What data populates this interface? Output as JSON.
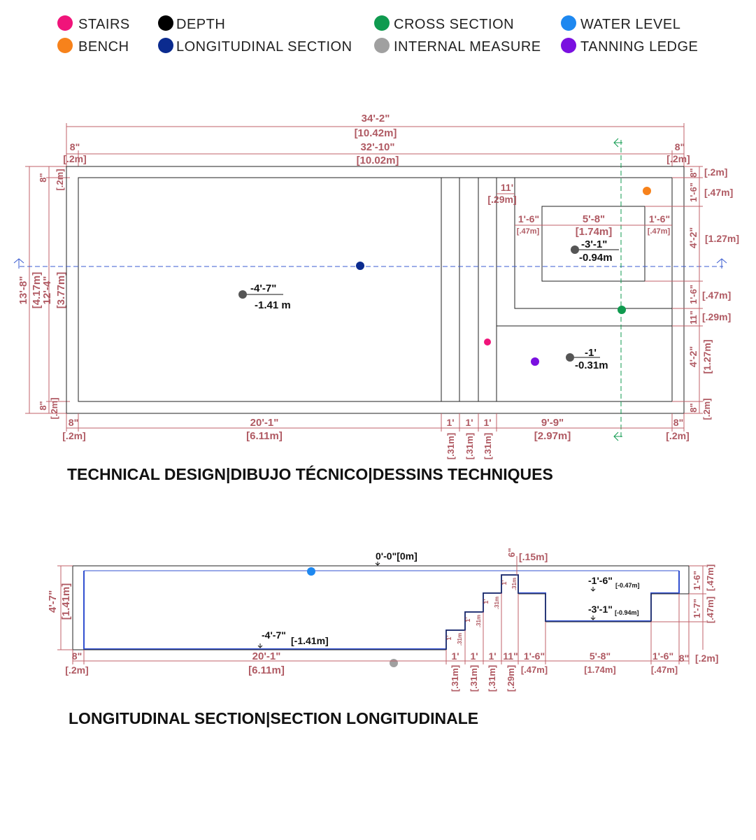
{
  "legend": [
    {
      "label": "STAIRS",
      "color": "#f0147a"
    },
    {
      "label": "BENCH",
      "color": "#f7821b"
    },
    {
      "label": "DEPTH",
      "color": "#000000"
    },
    {
      "label": "LONGITUDINAL SECTION",
      "color": "#0b2b8f"
    },
    {
      "label": "CROSS SECTION",
      "color": "#0f9a4f"
    },
    {
      "label": "INTERNAL MEASURE",
      "color": "#a0a0a0"
    },
    {
      "label": "WATER LEVEL",
      "color": "#1e88f0"
    },
    {
      "label": "TANNING LEDGE",
      "color": "#7a10e0"
    }
  ],
  "colors": {
    "dimension": "#b05a63",
    "wall": "#222222",
    "section_axis_long": "#3a5bd0",
    "section_axis_cross": "#0f9a4f",
    "water_outline": "#3150d0"
  },
  "plan": {
    "title": "TECHNICAL DESIGN|DIBUJO TÉCNICO|DESSINS TECHNIQUES",
    "overall_length": "34'-2\"",
    "overall_length_m": "[10.42m]",
    "inner_length": "32'-10\"",
    "inner_length_m": "[10.02m]",
    "wall_left": "8\"",
    "wall_left_m": "[.2m]",
    "wall_right": "8\"",
    "wall_right_m": "[.2m]",
    "overall_width": "13'-8\"",
    "overall_width_m": "[4.17m]",
    "inner_width": "12'-4\"",
    "inner_width_m": "[3.77m]",
    "wall_top": "8\"",
    "wall_top_m": "[.2m]",
    "wall_bottom": "8\"",
    "wall_bottom_m": "[.2m]",
    "bottom_dims": [
      {
        "ft": "8\"",
        "m": "[.2m]"
      },
      {
        "ft": "20'-1\"",
        "m": "[6.11m]"
      },
      {
        "ft": "1'",
        "m": "[.31m]"
      },
      {
        "ft": "1'",
        "m": "[.31m]"
      },
      {
        "ft": "1'",
        "m": "[.31m]"
      },
      {
        "ft": "9'-9\"",
        "m": "[2.97m]"
      },
      {
        "ft": "8\"",
        "m": "[.2m]"
      }
    ],
    "right_dims": [
      {
        "ft": "8\"",
        "m": "[.2m]"
      },
      {
        "ft": "1'-6\"",
        "m": "[.47m]"
      },
      {
        "ft": "4'-2\"",
        "m": "[1.27m]"
      },
      {
        "ft": "1'-6\"",
        "m": "[.47m]"
      },
      {
        "ft": "11\"",
        "m": "[.29m]"
      },
      {
        "ft": "4'-2\"",
        "m": "[1.27m]"
      },
      {
        "ft": "8\"",
        "m": "[.2m]"
      }
    ],
    "ledge_offset": "11'",
    "ledge_offset_m": "[.29m]",
    "bench_left": "1'-6\"",
    "bench_left_m": "[.47m]",
    "bench_width": "5'-8\"",
    "bench_width_m": "[1.74m]",
    "bench_right": "1'-6\"",
    "bench_right_m": "[.47m]",
    "depth_deep_ft": "-4'-7\"",
    "depth_deep_m": "-1.41 m",
    "depth_bench_ft": "-3'-1\"",
    "depth_bench_m": "-0.94m",
    "depth_ledge_ft": "-1'",
    "depth_ledge_m": "-0.31m"
  },
  "section": {
    "title": "LONGITUDINAL SECTION|SECTION LONGITUDINALE",
    "water_level": "0'-0\"[0m]",
    "depth_left_ft": "4'-7\"",
    "depth_left_m": "[1.41m]",
    "floor_label_ft": "-4'-7\"",
    "floor_label_m": "[-1.41m]",
    "step_rise": "6\"",
    "step_rise_m": "[.15m]",
    "step_small_ft": "1'",
    "step_small_m": ".31m",
    "bench_depth_ft": "-1'-6\"",
    "bench_depth_m": "[-0.47m]",
    "bench_floor_ft": "-3'-1\"",
    "bench_floor_m": "[-0.94m]",
    "right_top": "1'-6\"",
    "right_top_m": "[.47m]",
    "right_bottom": "1'-7\"",
    "right_bottom_m": "[.47m]",
    "bottom_dims": [
      {
        "ft": "8\"",
        "m": "[.2m]"
      },
      {
        "ft": "20'-1\"",
        "m": "[6.11m]"
      },
      {
        "ft": "1'",
        "m": "[.31m]"
      },
      {
        "ft": "1'",
        "m": "[.31m]"
      },
      {
        "ft": "1'",
        "m": "[.31m]"
      },
      {
        "ft": "11\"",
        "m": "[.29m]"
      },
      {
        "ft": "1'-6\"",
        "m": "[.47m]"
      },
      {
        "ft": "5'-8\"",
        "m": "[1.74m]"
      },
      {
        "ft": "1'-6\"",
        "m": "[.47m]"
      },
      {
        "ft": "8\"",
        "m": "[.2m]"
      }
    ]
  }
}
